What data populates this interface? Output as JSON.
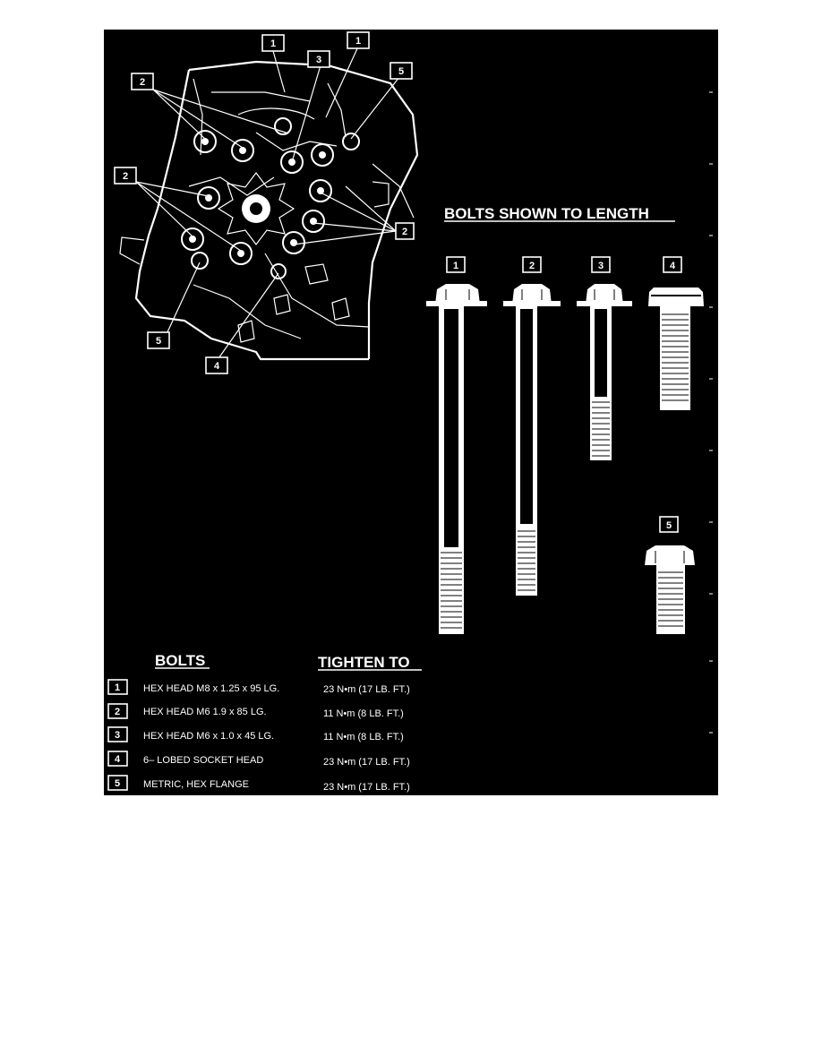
{
  "diagram": {
    "bolts_heading": "BOLTS SHOWN TO LENGTH",
    "callouts": {
      "engine_top_1": "1",
      "engine_top_3": "3",
      "engine_top_1b": "1",
      "engine_left_2a": "2",
      "engine_right_5": "5",
      "engine_left_2b": "2",
      "engine_right_2": "2",
      "engine_bottom_5": "5",
      "engine_bottom_4": "4"
    },
    "bolt_labels": [
      "1",
      "2",
      "3",
      "4",
      "5"
    ]
  },
  "table": {
    "col_bolts": "BOLTS",
    "col_tighten": "TIGHTEN TO",
    "rows": [
      {
        "num": "1",
        "desc": "HEX HEAD M8 x 1.25 x 95 LG.",
        "torque": "23 N•m (17 LB. FT.)"
      },
      {
        "num": "2",
        "desc": "HEX HEAD M6 1.9 x 85 LG.",
        "torque": "11 N•m (8 LB. FT.)"
      },
      {
        "num": "3",
        "desc": "HEX HEAD M6 x 1.0 x 45 LG.",
        "torque": "11 N•m (8 LB. FT.)"
      },
      {
        "num": "4",
        "desc": "6– LOBED SOCKET HEAD",
        "torque": "23 N•m (17 LB. FT.)"
      },
      {
        "num": "5",
        "desc": "METRIC, HEX FLANGE",
        "torque": "23 N•m (17 LB. FT.)"
      }
    ]
  }
}
